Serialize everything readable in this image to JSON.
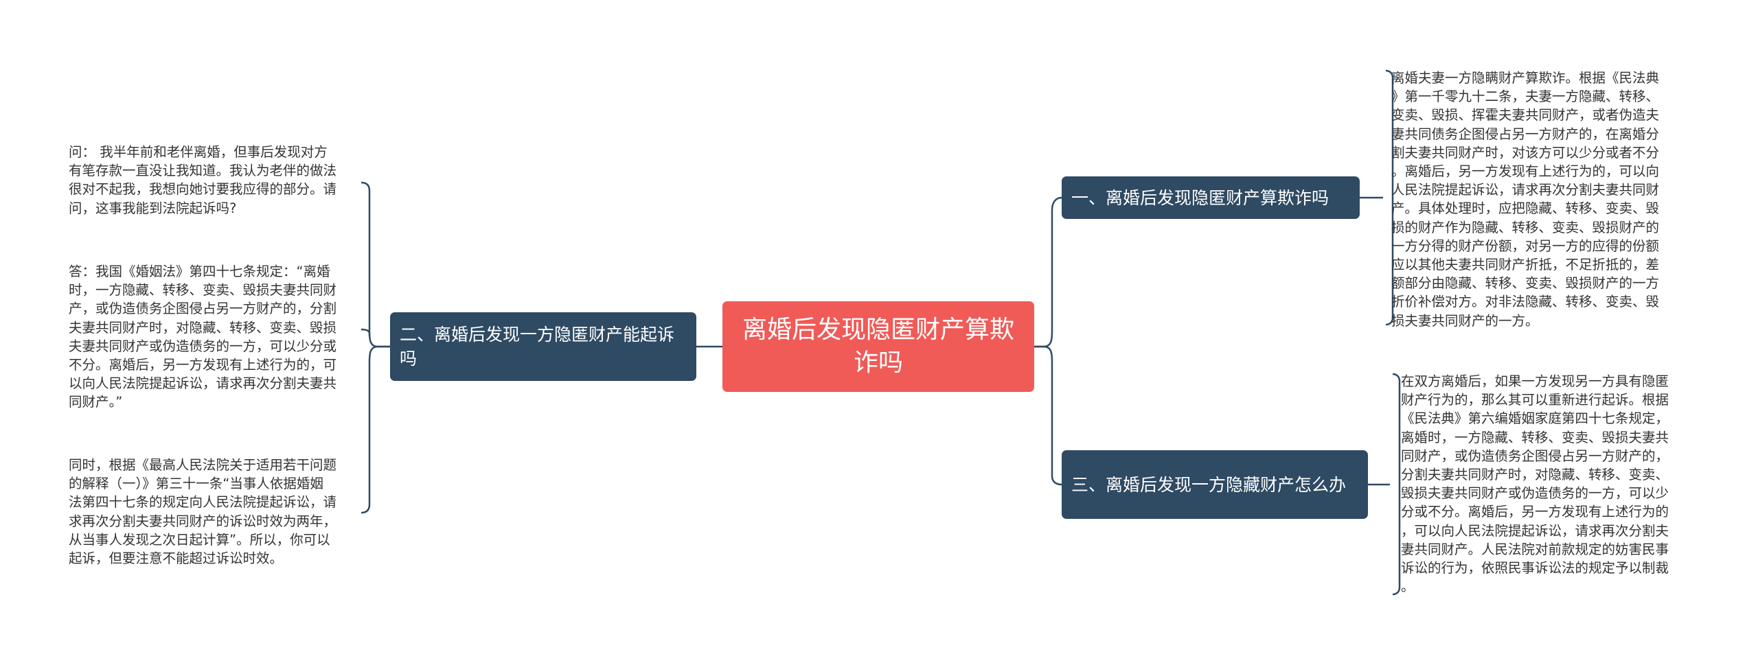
{
  "root": {
    "text": "离婚后发现隐匿财产算欺诈吗"
  },
  "branches": [
    {
      "label": "一、离婚后发现隐匿财产算欺诈吗",
      "leaves": [
        "离婚夫妻一方隐瞒财产算欺诈。根据《民法典\n》第一千零九十二条，夫妻一方隐藏、转移、\n变卖、毁损、挥霍夫妻共同财产，或者伪造夫\n妻共同债务企图侵占另一方财产的，在离婚分\n割夫妻共同财产时，对该方可以少分或者不分\n。离婚后，另一方发现有上述行为的，可以向\n人民法院提起诉讼，请求再次分割夫妻共同财\n产。具体处理时，应把隐藏、转移、变卖、毁\n损的财产作为隐藏、转移、变卖、毁损财产的\n一方分得的财产份额，对另一方的应得的份额\n应以其他夫妻共同财产折抵，不足折抵的，差\n额部分由隐藏、转移、变卖、毁损财产的一方\n折价补偿对方。对非法隐藏、转移、变卖、毁\n损夫妻共同财产的一方。"
      ]
    },
    {
      "label": "二、离婚后发现一方隐匿财产能起诉吗",
      "leaves": [
        "问：  我半年前和老伴离婚，但事后发现对方\n有笔存款一直没让我知道。我认为老伴的做法\n很对不起我，我想向她讨要我应得的部分。请\n问，这事我能到法院起诉吗?",
        "答：我国《婚姻法》第四十七条规定：“离婚\n时，一方隐藏、转移、变卖、毁损夫妻共同财\n产，或伪造债务企图侵占另一方财产的，分割\n夫妻共同财产时，对隐藏、转移、变卖、毁损\n夫妻共同财产或伪造债务的一方，可以少分或\n不分。离婚后，另一方发现有上述行为的，可\n以向人民法院提起诉讼，请求再次分割夫妻共\n同财产。”",
        "同时，根据《最高人民法院关于适用若干问题\n的解释（一）》第三十一条“当事人依据婚姻\n法第四十七条的规定向人民法院提起诉讼，请\n求再次分割夫妻共同财产的诉讼时效为两年，\n从当事人发现之次日起计算”。所以，你可以\n起诉，但要注意不能超过诉讼时效。"
      ]
    },
    {
      "label": "三、离婚后发现一方隐藏财产怎么办",
      "leaves": [
        "在双方离婚后，如果一方发现另一方具有隐匿\n财产行为的，那么其可以重新进行起诉。根据\n《民法典》第六编婚姻家庭第四十七条规定，\n离婚时，一方隐藏、转移、变卖、毁损夫妻共\n同财产，或伪造债务企图侵占另一方财产的，\n分割夫妻共同财产时，对隐藏、转移、变卖、\n毁损夫妻共同财产或伪造债务的一方，可以少\n分或不分。离婚后，另一方发现有上述行为的\n，可以向人民法院提起诉讼，请求再次分割夫\n妻共同财产。人民法院对前款规定的妨害民事\n诉讼的行为，依照民事诉讼法的规定予以制裁\n。"
      ]
    }
  ],
  "colors": {
    "root": "#f05a57",
    "branch": "#2f4a63",
    "line": "#2f4a63",
    "leaf_text": "#333333"
  }
}
